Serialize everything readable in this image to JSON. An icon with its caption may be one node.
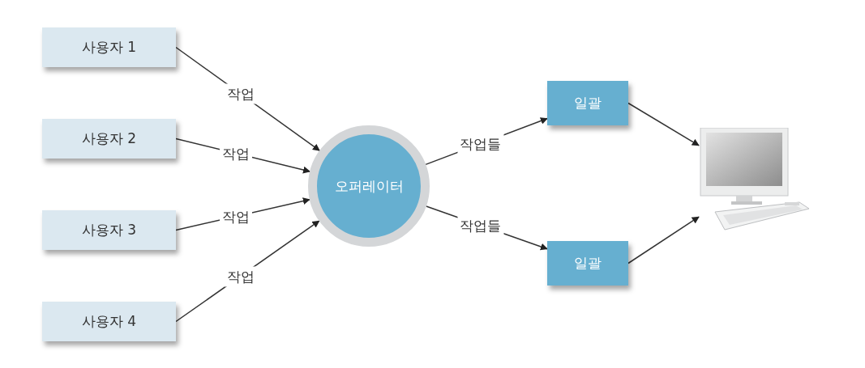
{
  "diagram": {
    "nodes": [
      {
        "text": [
          "사용자 1"
        ]
      },
      {
        "text": [
          "사용자 2"
        ]
      },
      {
        "text": [
          "사용자 3"
        ]
      },
      {
        "text": [
          "사용자 4"
        ]
      },
      {
        "text": [
          "오퍼레이터"
        ]
      },
      {
        "text": [
          "일괄"
        ]
      },
      {
        "text": [
          "일괄"
        ]
      },
      {
        "text": [],
        "shape": "picture"
      }
    ],
    "edges": [
      {
        "from": 0,
        "to": 4,
        "arrow": "to",
        "label": "작업"
      },
      {
        "from": 1,
        "to": 4,
        "arrow": "to",
        "label": "작업"
      },
      {
        "from": 2,
        "to": 4,
        "arrow": "to",
        "label": "작업"
      },
      {
        "from": 3,
        "to": 4,
        "arrow": "to",
        "label": "작업"
      },
      {
        "from": 4,
        "to": 5,
        "arrow": "to",
        "label": "작업들"
      },
      {
        "from": 4,
        "to": 6,
        "arrow": "to",
        "label": "작업들"
      },
      {
        "from": 5,
        "to": 7,
        "arrow": "to"
      },
      {
        "from": 6,
        "to": 7,
        "arrow": "to"
      }
    ]
  }
}
